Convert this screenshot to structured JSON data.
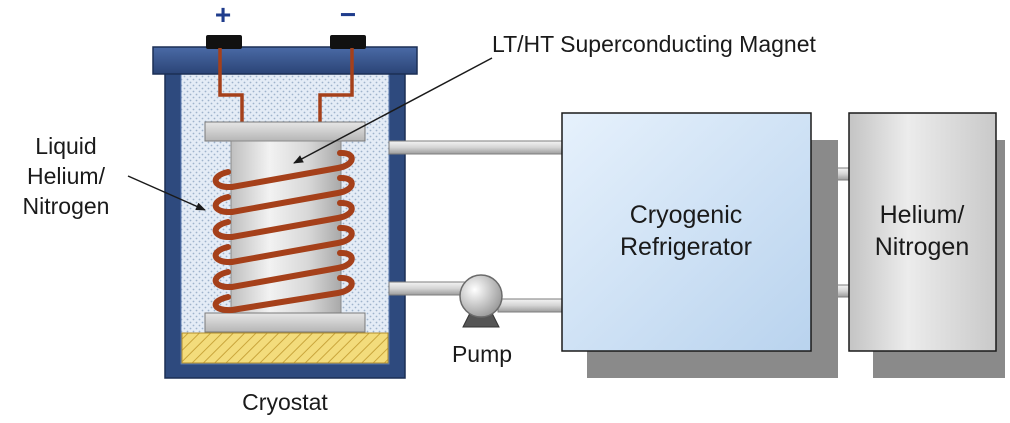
{
  "labels": {
    "magnet": "LT/HT Superconducting Magnet",
    "liquid_line1": "Liquid",
    "liquid_line2": "Helium/",
    "liquid_line3": "Nitrogen",
    "cryostat": "Cryostat",
    "pump": "Pump",
    "refrigerator_line1": "Cryogenic",
    "refrigerator_line2": "Refrigerator",
    "gas_line1": "Helium/",
    "gas_line2": "Nitrogen"
  },
  "terminals": {
    "positive": "+",
    "negative": "−"
  },
  "colors": {
    "cryostat_wall": "#2e4a7e",
    "liquid_fill": "#dfe8f4",
    "coil": "#a5401a",
    "refrigerator_fill": "#c6dcf4",
    "gas_tank_fill": "#d9d9d9",
    "shadow": "#8a8a8a",
    "insulation": "#f1d873",
    "terminal_sign": "#1f3c8c"
  }
}
